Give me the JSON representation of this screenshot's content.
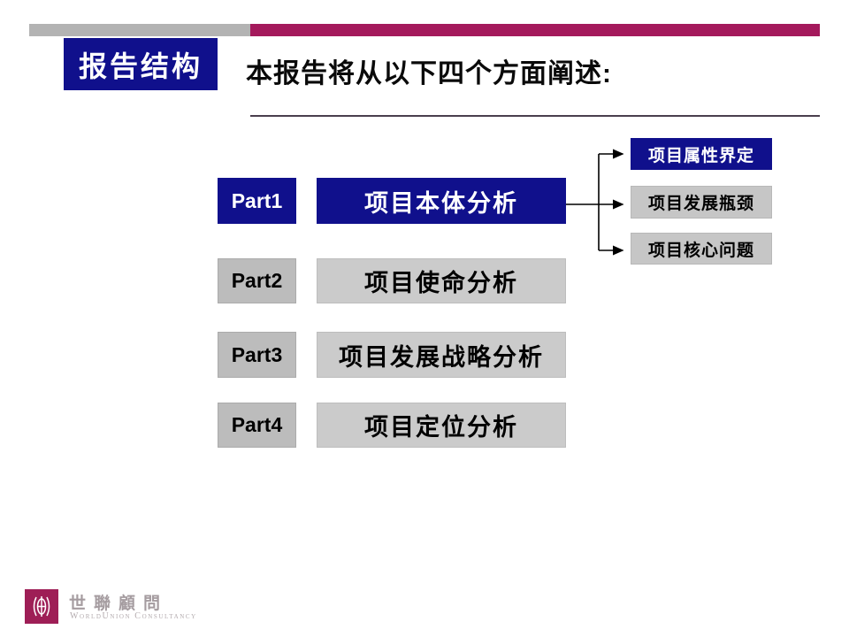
{
  "header": {
    "badge": "报告结构",
    "title": "本报告将从以下四个方面阐述:"
  },
  "parts": [
    {
      "label": "Part1",
      "title": "项目本体分析"
    },
    {
      "label": "Part2",
      "title": "项目使命分析"
    },
    {
      "label": "Part3",
      "title": "项目发展战略分析"
    },
    {
      "label": "Part4",
      "title": "项目定位分析"
    }
  ],
  "branches": [
    {
      "label": "项目属性界定"
    },
    {
      "label": "项目发展瓶颈"
    },
    {
      "label": "项目核心问题"
    }
  ],
  "footer": {
    "logo_cn": "世聯顧問",
    "logo_en": "WorldUnion Consultancy"
  },
  "colors": {
    "navy": "#10108c",
    "maroon": "#a4195c",
    "bar_gray": "#b3b3b3",
    "label_gray": "#bcbcbc",
    "box_gray": "#cbcbcb",
    "branch_gray": "#c6c6c6",
    "logo_maroon": "#9e1e56"
  }
}
